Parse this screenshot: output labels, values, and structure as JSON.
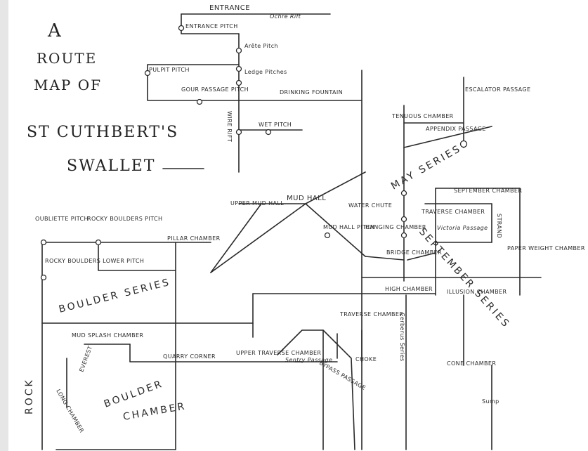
{
  "title_lines": [
    "A",
    "ROUTE",
    "MAP OF",
    "ST CUTHBERT'S",
    "SWALLET"
  ],
  "labels": {
    "entrance": "ENTRANCE",
    "ochre_rift": "Ochre Rift",
    "entrance_pitch": "ENTRANCE PITCH",
    "arete_pitch": "Arête Pitch",
    "pulpit_pitch": "PULPIT PITCH",
    "ledge_pitches": "Ledge Pitches",
    "gour_passage_pitch": "GOUR PASSAGE PITCH",
    "drinking_fountain": "DRINKING FOUNTAIN",
    "wire_rift": "WIRE RIFT",
    "wet_pitch": "WET PITCH",
    "escalator_passage": "ESCALATOR PASSAGE",
    "tenuous_chamber": "TENUOUS CHAMBER",
    "appendix_passage": "APPENDIX PASSAGE",
    "may_series": "MAY SERIES",
    "upper_mud_hall": "UPPER MUD HALL",
    "mud_hall": "MUD HALL",
    "water_chute": "WATER CHUTE",
    "oubliette_pitch": "OUBLIETTE PITCH",
    "rocky_boulders_pitch": "ROCKY BOULDERS PITCH",
    "pillar_chamber": "PILLAR CHAMBER",
    "mud_hall_pitch": "MUD HALL PITCH",
    "hanging_chamber": "HANGING CHAMBER",
    "september_chamber": "SEPTEMBER CHAMBER",
    "traverse_chamber_victoria": "TRAVERSE CHAMBER",
    "victoria_passage": "Victoria Passage",
    "strand": "STRAND",
    "paper_weight_chamber": "PAPER WEIGHT CHAMBER",
    "bridge_chamber": "BRIDGE CHAMBER",
    "rocky_boulders_lower_pitch": "ROCKY BOULDERS LOWER PITCH",
    "boulder_series": "BOULDER SERIES",
    "september_series": "SEPTEMBER SERIES",
    "high_chamber": "HIGH CHAMBER",
    "illusion_chamber": "ILLUSION CHAMBER",
    "traverse_chamber": "TRAVERSE CHAMBER",
    "mud_splash_chamber": "MUD SPLASH CHAMBER",
    "quarry_corner": "QUARRY CORNER",
    "upper_traverse_chamber": "UPPER TRAVERSE CHAMBER",
    "sentry_passage": "Sentry Passage",
    "bypass_passage": "BYPASS PASSAGE",
    "choke": "CHOKE",
    "cone_chamber": "CONE CHAMBER",
    "long_chamber": "LONG CHAMBER",
    "everest": "EVEREST",
    "rocky": "ROCK",
    "boulder_chamber_1": "BOULDER",
    "boulder_chamber_2": "CHAMBER",
    "cerberus_series": "Cerberus Series",
    "sump": "Sump"
  }
}
